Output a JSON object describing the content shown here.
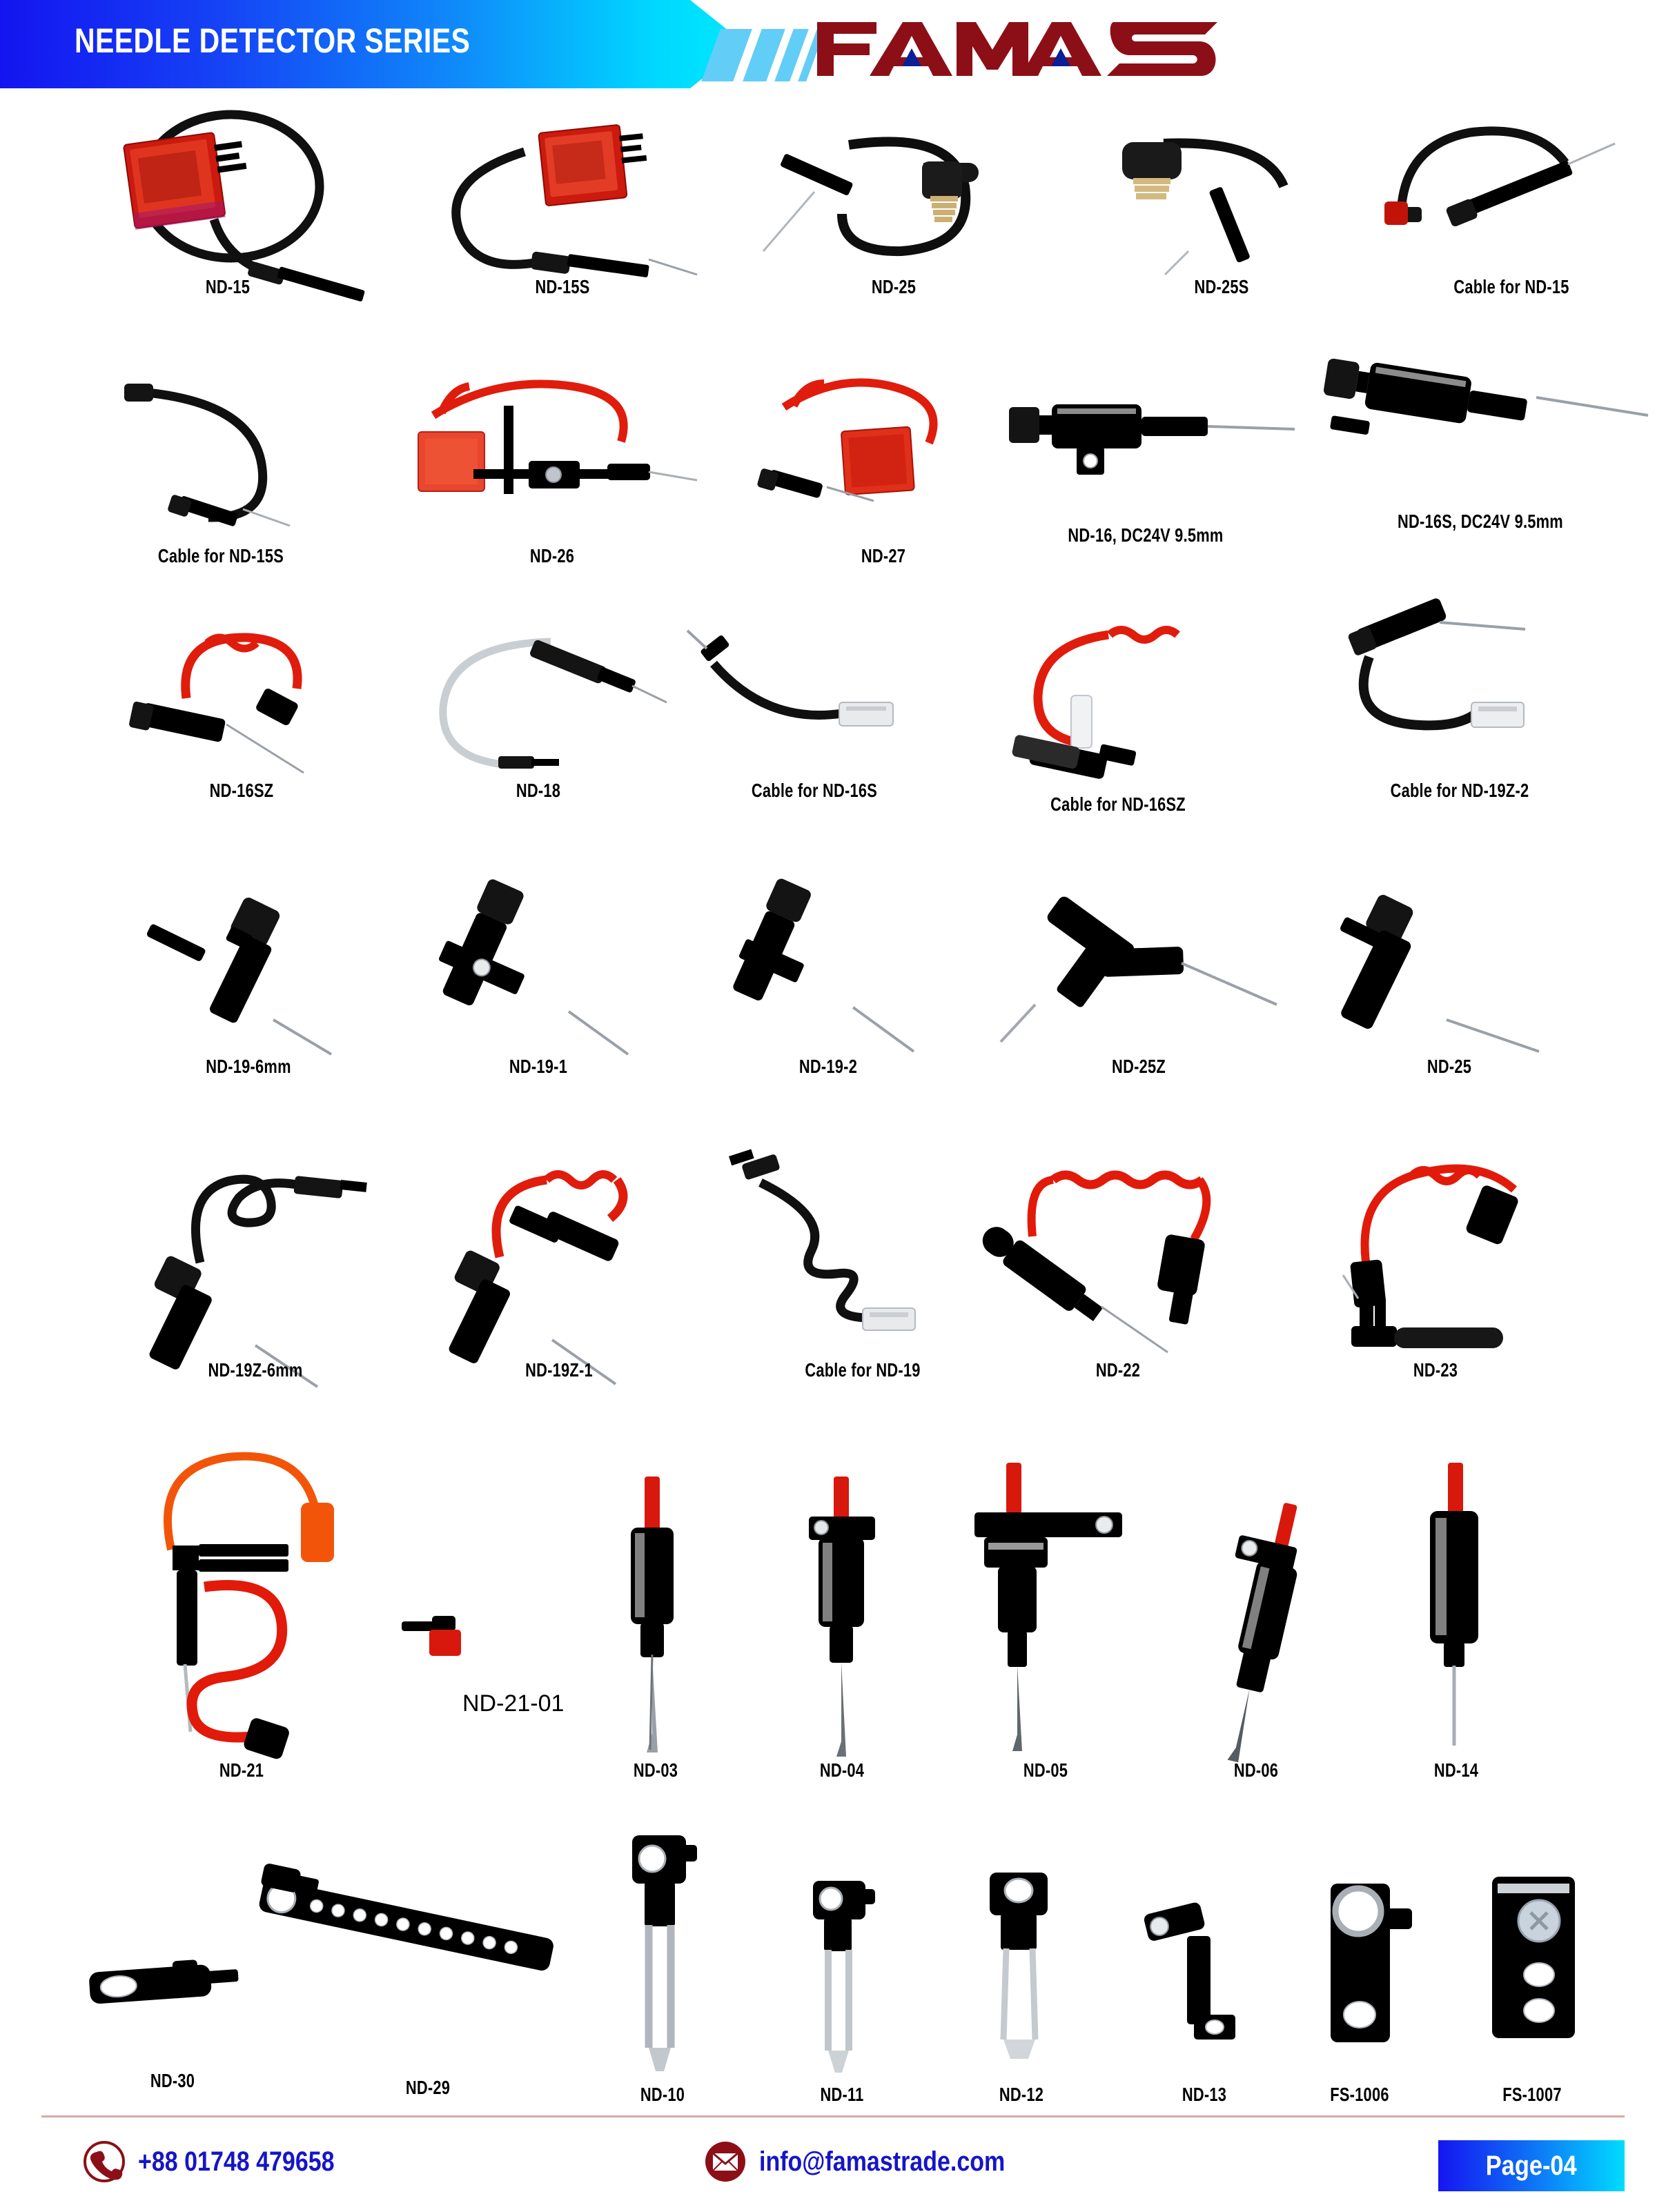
{
  "header": {
    "title": "NEEDLE DETECTOR SERIES",
    "brand": "FAMAS",
    "brand_color": "#8c0f18",
    "accent_triangle_color": "#0a1e96",
    "band_gradient_from": "#1414f0",
    "band_gradient_to": "#00e8ff",
    "slash_color": "#62cdf7"
  },
  "rows": [
    {
      "id": "row-1",
      "items": [
        {
          "label": "ND-15",
          "art": "cube-loop-probe"
        },
        {
          "label": "ND-15S",
          "art": "cube-cable-probe"
        },
        {
          "label": "ND-25",
          "art": "bulb-socket-probe"
        },
        {
          "label": "ND-25S",
          "art": "bulb-socket-probe-2"
        },
        {
          "label": "Cable for ND-15",
          "art": "cable-probe-pair"
        }
      ]
    },
    {
      "id": "row-2",
      "items": [
        {
          "label": "Cable for ND-15S",
          "art": "cable-loop-tip"
        },
        {
          "label": "ND-26",
          "art": "red-box-coil-bracket"
        },
        {
          "label": "ND-27",
          "art": "red-square-coil"
        },
        {
          "label": "ND-16, DC24V 9.5mm",
          "art": "solenoid-probe"
        },
        {
          "label": "ND-16S, DC24V 9.5mm",
          "art": "solenoid-probe-long"
        }
      ]
    },
    {
      "id": "row-3",
      "items": [
        {
          "label": "ND-16SZ",
          "art": "probe-red-coil"
        },
        {
          "label": "ND-18",
          "art": "loop-cable-pen"
        },
        {
          "label": "Cable for ND-16S",
          "art": "black-cable-connector"
        },
        {
          "label": "Cable for ND-16SZ",
          "art": "red-coil-banana"
        },
        {
          "label": "Cable for ND-19Z-2",
          "art": "probe-black-connector"
        }
      ]
    },
    {
      "id": "row-4",
      "items": [
        {
          "label": "ND-19-6mm",
          "art": "cyl-probe-a"
        },
        {
          "label": "ND-19-1",
          "art": "cyl-probe-bracket"
        },
        {
          "label": "ND-19-2",
          "art": "cyl-probe-bracket-2"
        },
        {
          "label": "ND-25Z",
          "art": "t-probe"
        },
        {
          "label": "ND-25",
          "art": "cyl-probe-b"
        }
      ]
    },
    {
      "id": "row-5",
      "items": [
        {
          "label": "ND-19Z-6mm",
          "art": "probe-black-coil"
        },
        {
          "label": "ND-19Z-1",
          "art": "probe-red-coil-2"
        },
        {
          "label": "Cable for ND-19",
          "art": "black-squiggle-cable"
        },
        {
          "label": "ND-22",
          "art": "yellow-cap-red-coil"
        },
        {
          "label": "ND-23",
          "art": "red-coil-fork"
        }
      ]
    },
    {
      "id": "row-6",
      "items": [
        {
          "label": "ND-21",
          "art": "fork-orange-coil"
        },
        {
          "label": "ND-03",
          "art": "red-stem-probe-a"
        },
        {
          "label": "ND-04",
          "art": "red-stem-probe-b"
        },
        {
          "label": "ND-05",
          "art": "red-stem-bracket"
        },
        {
          "label": "ND-06",
          "art": "red-stem-angled"
        },
        {
          "label": "ND-14",
          "art": "red-stem-plain"
        }
      ],
      "extra": {
        "label": "ND-21-01",
        "art": "red-knob-part",
        "style": "big"
      }
    },
    {
      "id": "row-7",
      "items": [
        {
          "label": "ND-30",
          "art": "small-clamp"
        },
        {
          "label": "ND-29",
          "art": "long-chain-bar"
        },
        {
          "label": "ND-10",
          "art": "fork-plate-ring"
        },
        {
          "label": "ND-11",
          "art": "fork-plate-small"
        },
        {
          "label": "ND-12",
          "art": "fork-plate-wide"
        },
        {
          "label": "ND-13",
          "art": "angle-bracket"
        },
        {
          "label": "FS-1006",
          "art": "clamp-plate-1"
        },
        {
          "label": "FS-1007",
          "art": "clamp-plate-2"
        }
      ]
    }
  ],
  "footer": {
    "phone": "+88 01748 479658",
    "email": "info@famastrade.com",
    "page": "Page-04",
    "phone_icon": "phone-icon",
    "email_icon": "envelope-icon",
    "text_color": "#1515c8",
    "icon_color": "#8c0f18"
  }
}
